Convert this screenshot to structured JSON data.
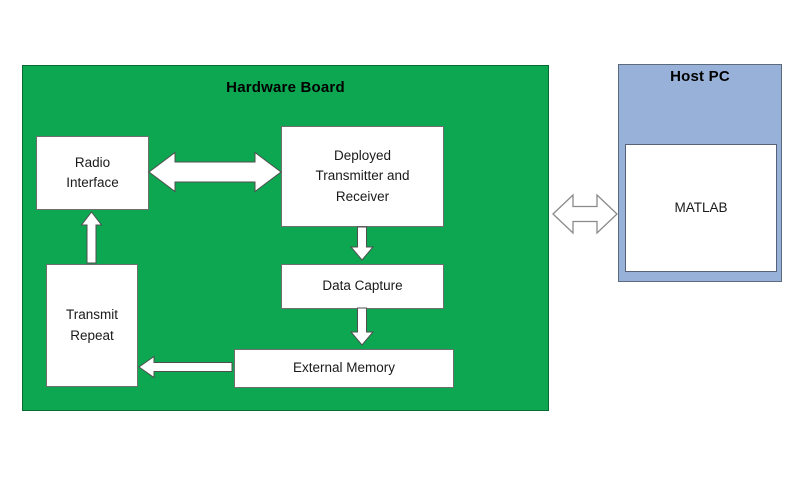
{
  "colors": {
    "board_green": "#0CA750",
    "host_blue": "#97B1D8",
    "block_white": "#FFFFFF"
  },
  "hardware_board": {
    "title": "Hardware Board",
    "blocks": {
      "radio_interface": {
        "label": "Radio Interface"
      },
      "deployed_tx_rx": {
        "label": "Deployed Transmitter and Receiver"
      },
      "data_capture": {
        "label": "Data Capture"
      },
      "external_memory": {
        "label": "External Memory"
      },
      "transmit_repeat": {
        "label": "Transmit Repeat"
      }
    }
  },
  "host_pc": {
    "title": "Host PC",
    "blocks": {
      "matlab": {
        "label": "MATLAB"
      }
    }
  },
  "connections": [
    {
      "from": "Radio Interface",
      "to": "Deployed Transmitter and Receiver",
      "type": "bidirectional",
      "style": "filled-white"
    },
    {
      "from": "Deployed Transmitter and Receiver",
      "to": "Data Capture",
      "type": "one-way-down",
      "style": "filled-white"
    },
    {
      "from": "Data Capture",
      "to": "External Memory",
      "type": "one-way-down",
      "style": "filled-white"
    },
    {
      "from": "External Memory",
      "to": "Transmit Repeat",
      "type": "one-way-left",
      "style": "filled-white"
    },
    {
      "from": "Transmit Repeat",
      "to": "Radio Interface",
      "type": "one-way-up",
      "style": "filled-white"
    },
    {
      "from": "Hardware Board",
      "to": "Host PC",
      "type": "bidirectional",
      "style": "outlined-white"
    }
  ]
}
